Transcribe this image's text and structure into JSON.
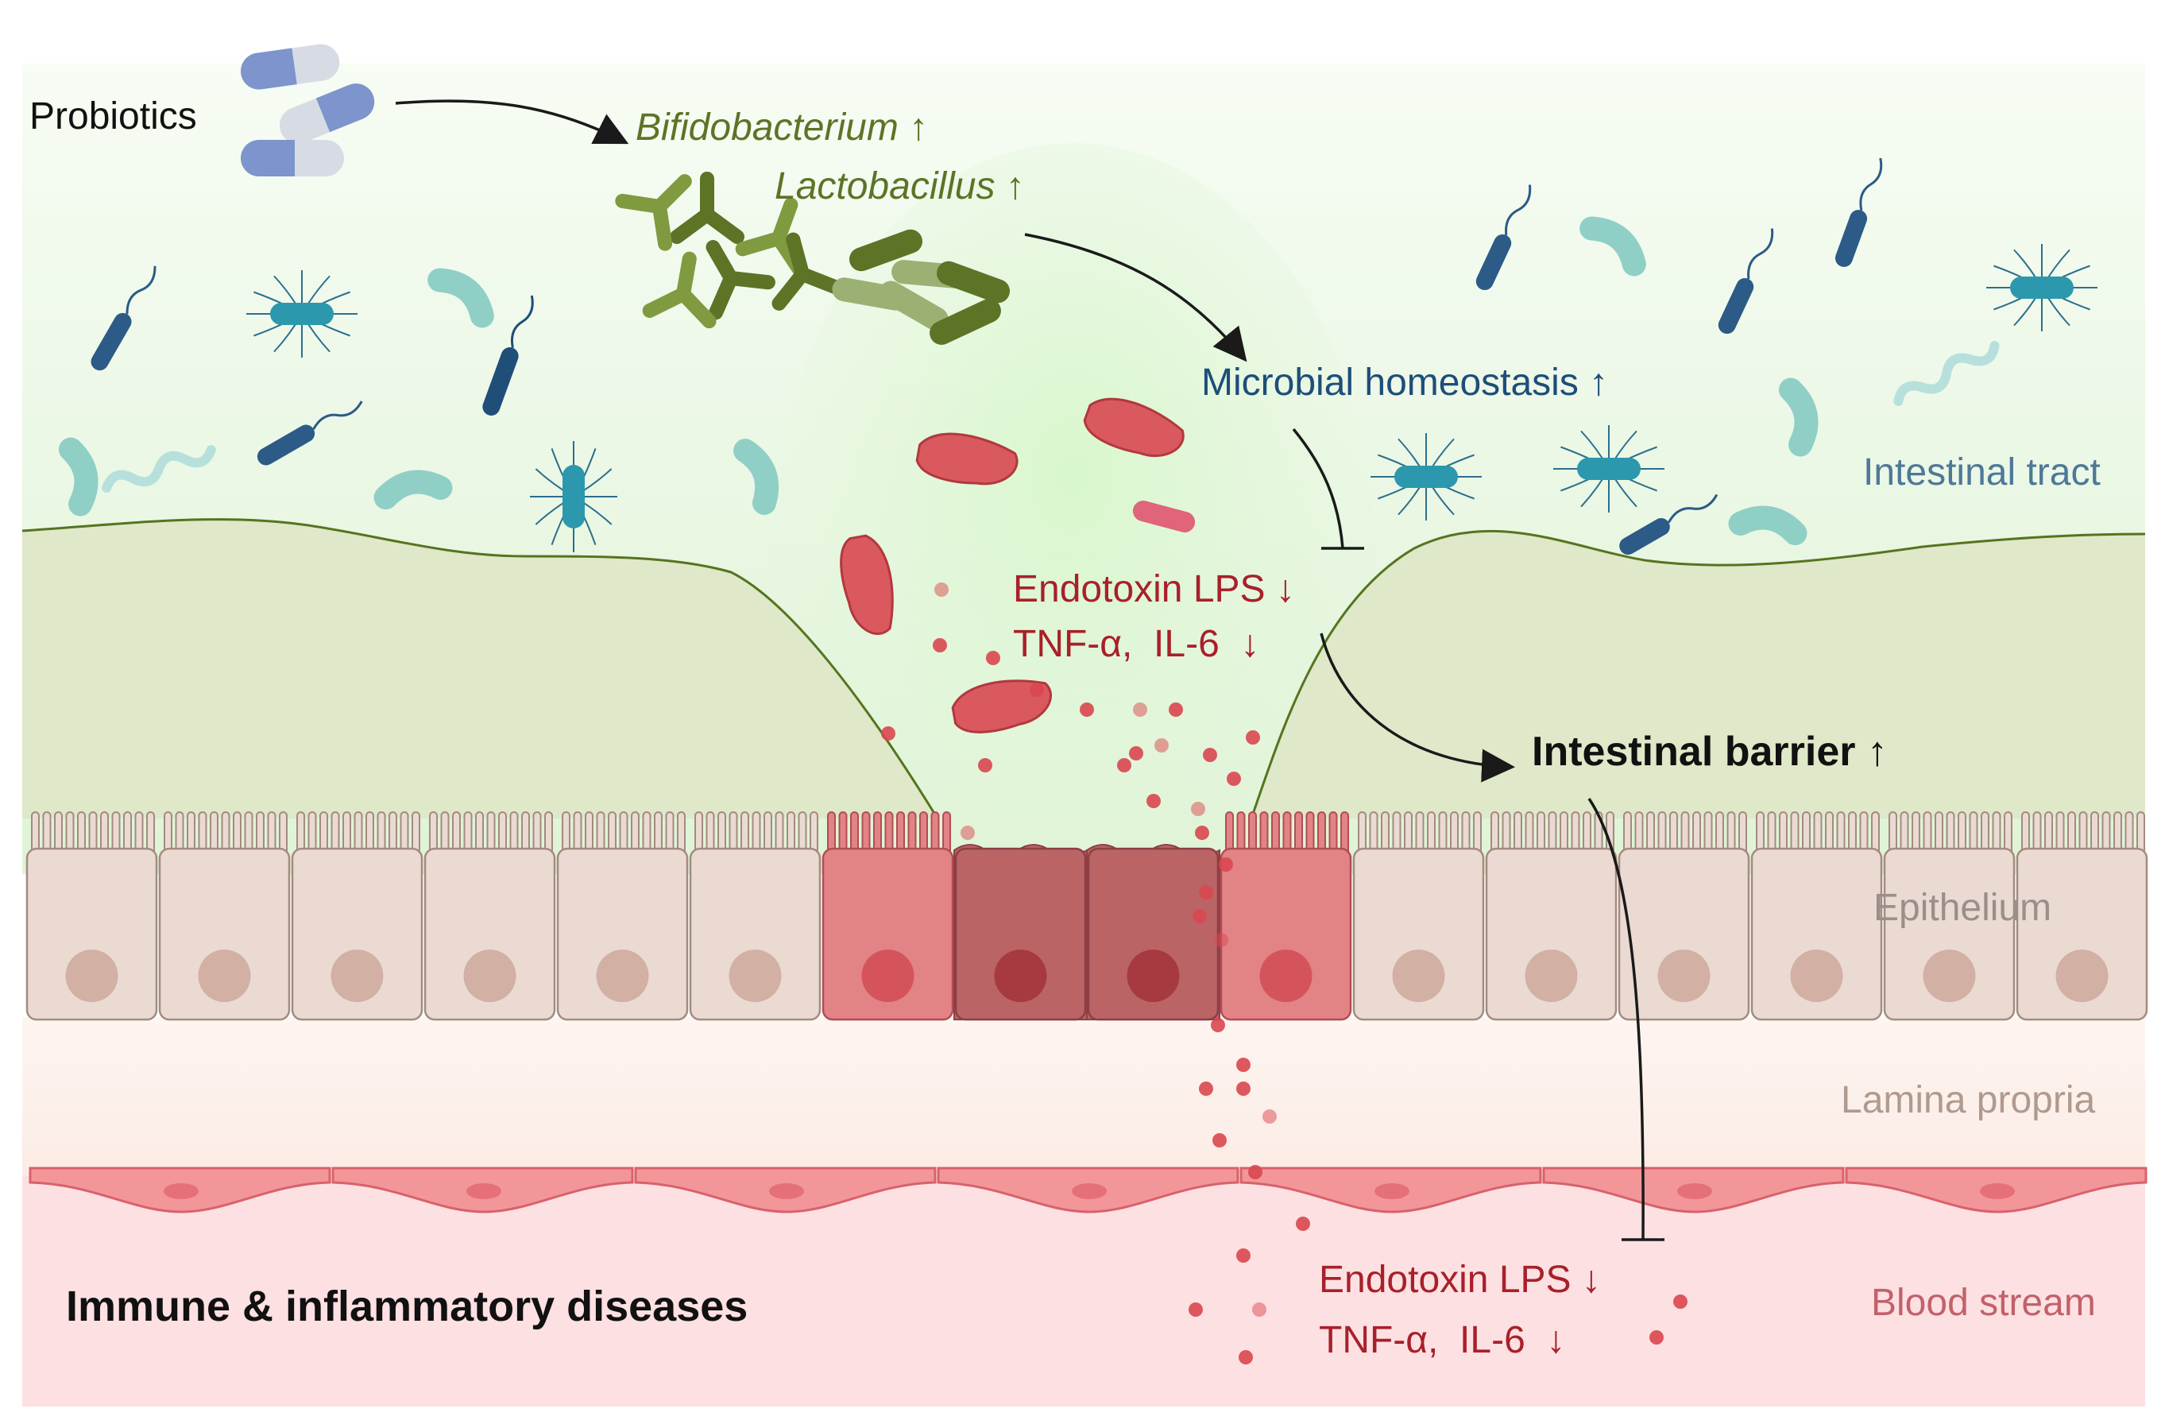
{
  "labels": {
    "probiotics": "Probiotics",
    "bifido": "Bifidobacterium ↑",
    "lacto": "Lactobacillus ↑",
    "homeostasis": "Microbial homeostasis ↑",
    "intestinal_tract": "Intestinal tract",
    "lumen_lps": "Endotoxin LPS ↓",
    "lumen_cytokines": "TNF-α,  IL-6  ↓",
    "barrier": "Intestinal barrier ↑",
    "epithelium": "Epithelium",
    "lamina_propria": "Lamina propria",
    "blood_lps": "Endotoxin LPS ↓",
    "blood_cytokines": "TNF-α,  IL-6  ↓",
    "blood_stream": "Blood stream",
    "diseases": "Immune & inflammatory diseases"
  },
  "colors": {
    "lumen_bg": "#e6f6df",
    "mucus": "#dfe8c8",
    "mucus_edge": "#55741f",
    "epithelial_cell": "#eadad2",
    "cell_edge": "#a48b80",
    "nucleus": "#d2b0a4",
    "damaged_cell": "#e28386",
    "damaged_cell_dark": "#ba6466",
    "lamina_bg": "#fdefe9",
    "blood_bg": "#fde0e2",
    "endothelium": "#f29699",
    "red_text": "#a8202a",
    "blue_text": "#1d4e7a",
    "green_text": "#5d7326",
    "grey_text": "#9a8f8a",
    "tract_text": "#4d7899"
  }
}
